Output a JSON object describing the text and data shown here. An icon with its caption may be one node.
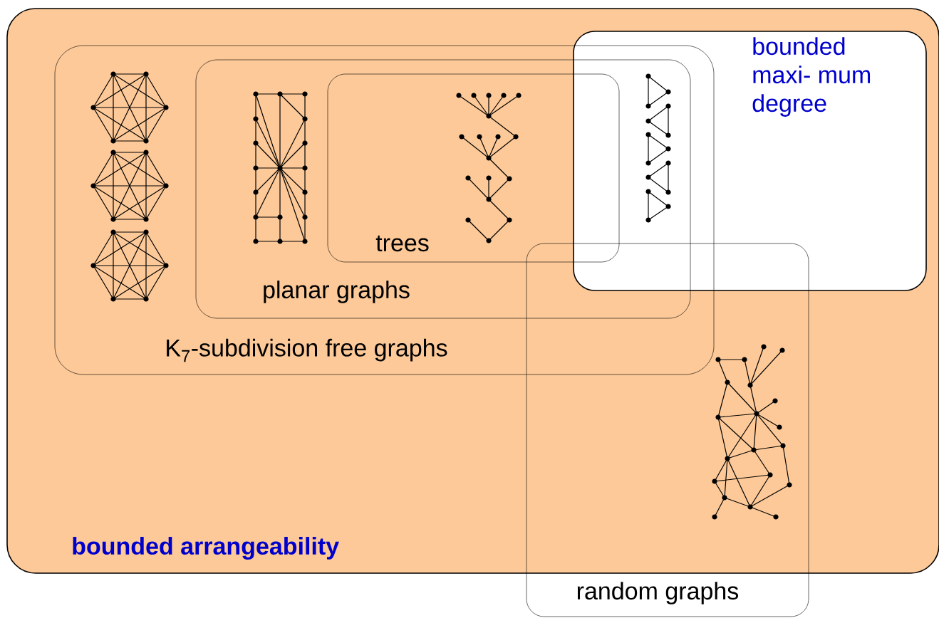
{
  "diagram": {
    "nodes": [
      {
        "text": [
          "**bounded arrangeability**"
        ]
      },
      {
        "text": [
          "K$_{7}$-subdivision free graphs"
        ],
        "in": 0
      },
      {
        "text": [
          "planar graphs"
        ],
        "in": 1
      },
      {
        "text": [
          "trees"
        ],
        "in": 2
      },
      {
        "text": [
          "bounded maxi- mum degree"
        ],
        "in": 0
      },
      {
        "text": [
          "random graphs"
        ]
      }
    ]
  }
}
